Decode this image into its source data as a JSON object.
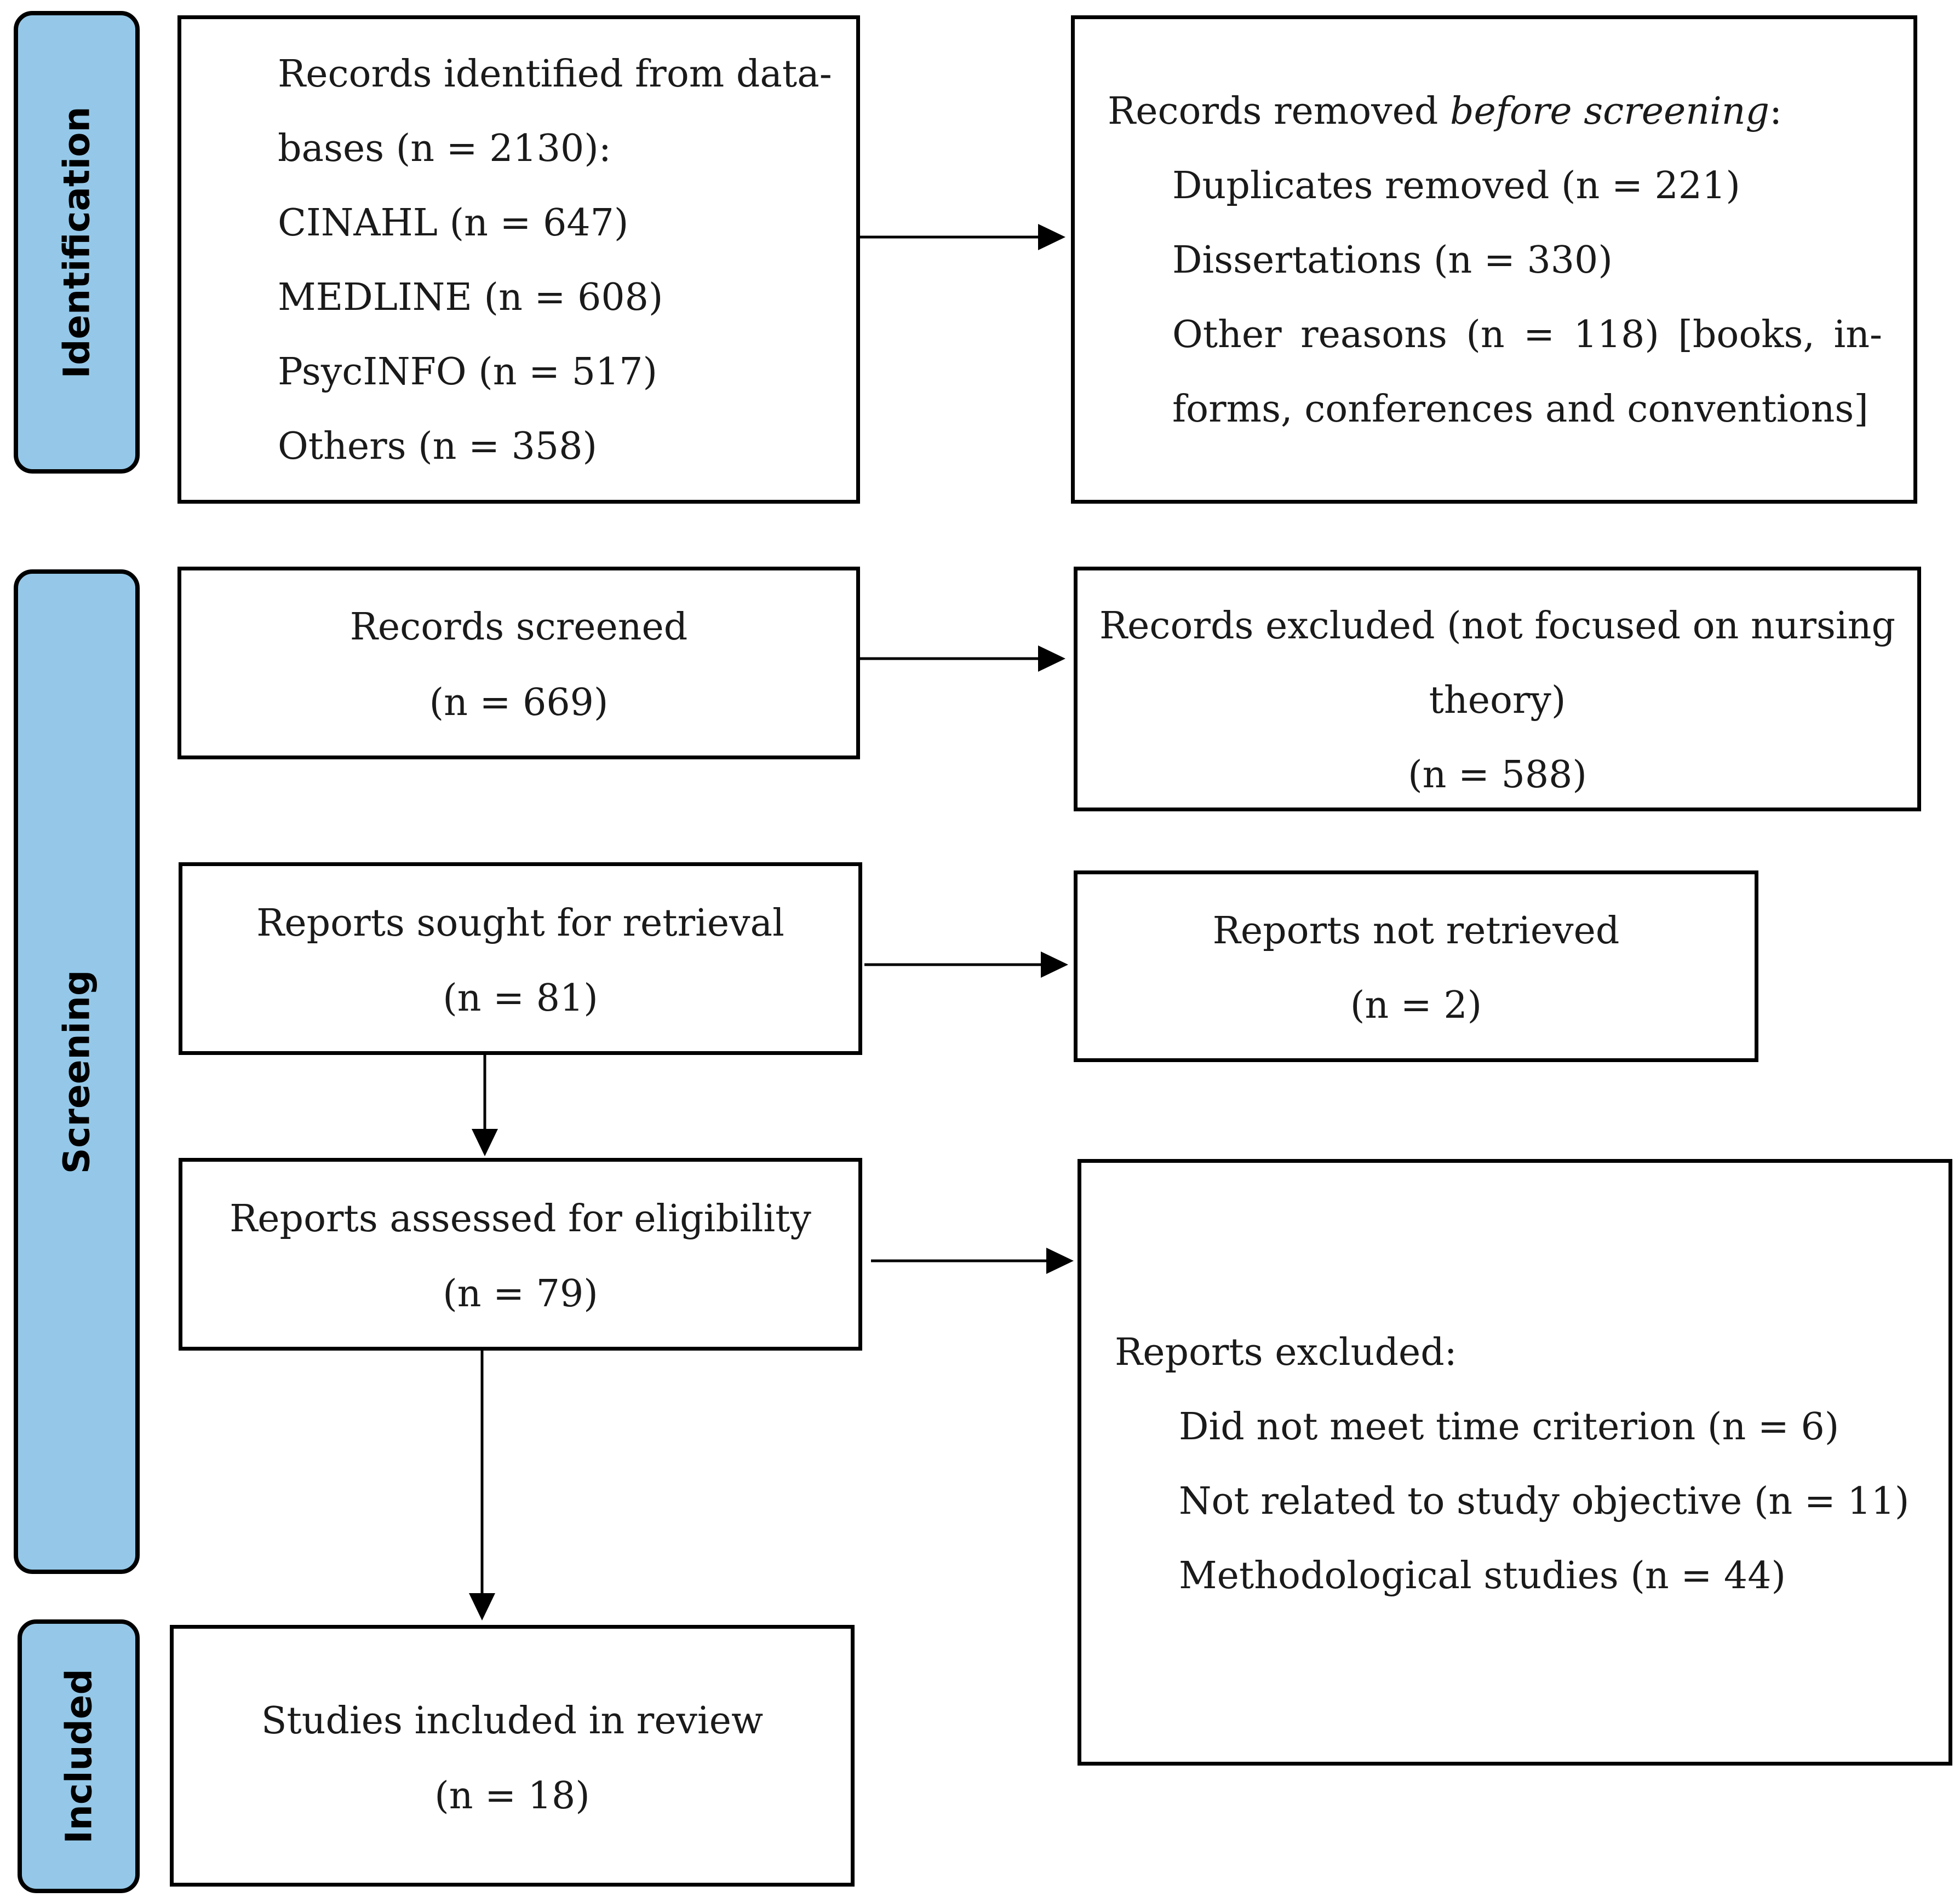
{
  "phases": {
    "identification": "Identification",
    "screening": "Screening",
    "included": "Included"
  },
  "identification_box": {
    "line1": "Records identified from data-",
    "line2": "bases (n = 2130):",
    "cinahl": "CINAHL (n = 647)",
    "medline": "MEDLINE (n = 608)",
    "psycinfo": "PsycINFO (n = 517)",
    "others": "Others (n = 358)"
  },
  "removed_box": {
    "title_before": "Records removed ",
    "title_italic": "before screening",
    "title_after": ":",
    "duplicates": "Duplicates removed (n = 221)",
    "dissertations": "Dissertations (n = 330)",
    "other_words": [
      "Other",
      "reasons",
      "(n",
      "=",
      "118)",
      "[books,",
      "in-"
    ],
    "other_line2": "forms, conferences and conventions]"
  },
  "screened_box": {
    "label": "Records screened",
    "count": "(n = 669)"
  },
  "excluded_box": {
    "line1": "Records excluded (not focused on nursing",
    "line2": "theory)",
    "count": "(n = 588)"
  },
  "sought_box": {
    "label": "Reports sought for retrieval",
    "count": "(n = 81)"
  },
  "not_retrieved_box": {
    "label": "Reports not retrieved",
    "count": "(n = 2)"
  },
  "assessed_box": {
    "label": "Reports assessed for eligibility",
    "count": "(n = 79)"
  },
  "reports_excluded_box": {
    "title": "Reports excluded:",
    "time": "Did not meet time criterion (n = 6)",
    "objective": "Not related to study objective (n = 11)",
    "methodological": "Methodological studies (n = 44)"
  },
  "included_box": {
    "label": "Studies included in review",
    "count": "(n = 18)"
  },
  "colors": {
    "phase_fill": "#95c8e8",
    "stroke": "#000000"
  }
}
